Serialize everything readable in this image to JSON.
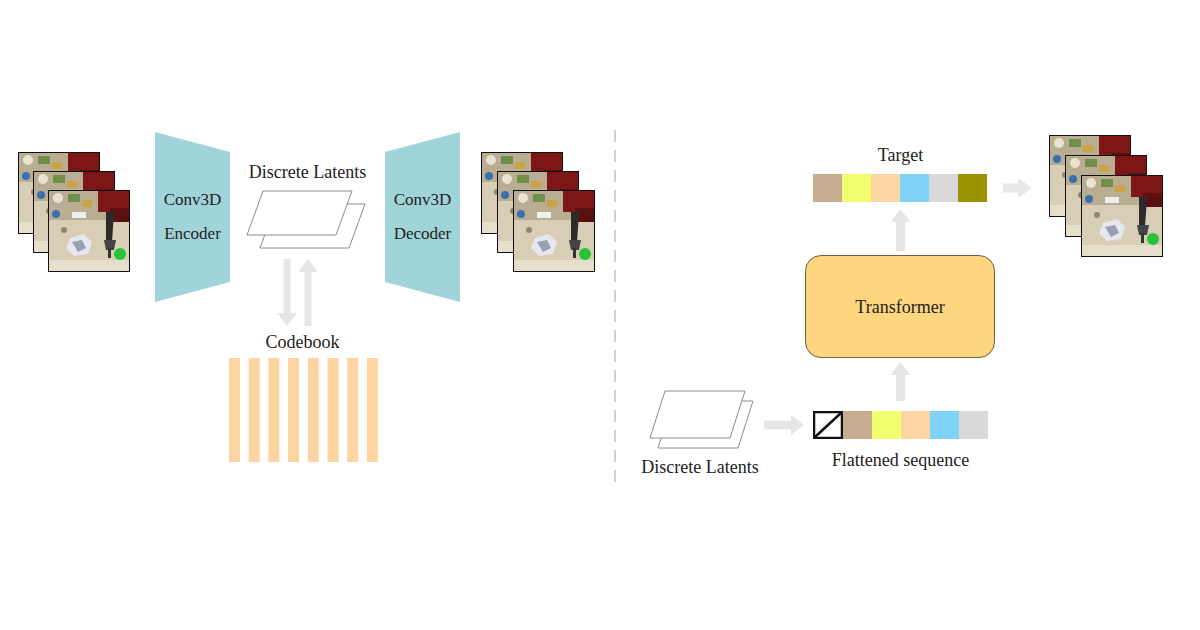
{
  "diagram": {
    "nodes": [
      {
        "text": [
          "Conv3D Encoder"
        ]
      },
      {
        "text": [
          "Discrete Latents"
        ]
      },
      {
        "text": [
          "Codebook"
        ]
      },
      {
        "text": [
          "Conv3D Decoder"
        ]
      },
      {
        "text": [
          "Target"
        ]
      },
      {
        "text": [
          "Transformer"
        ]
      },
      {
        "text": [
          "Discrete Latents"
        ]
      },
      {
        "text": [
          "Flattened sequence"
        ]
      }
    ],
    "edges": [
      {
        "from": 1,
        "to": 2,
        "arrow": "to"
      },
      {
        "from": 2,
        "to": 1,
        "arrow": "to"
      },
      {
        "from": 6,
        "to": 7,
        "arrow": "to"
      },
      {
        "from": 7,
        "to": 5,
        "arrow": "to"
      },
      {
        "from": 5,
        "to": 4,
        "arrow": "to"
      }
    ]
  }
}
